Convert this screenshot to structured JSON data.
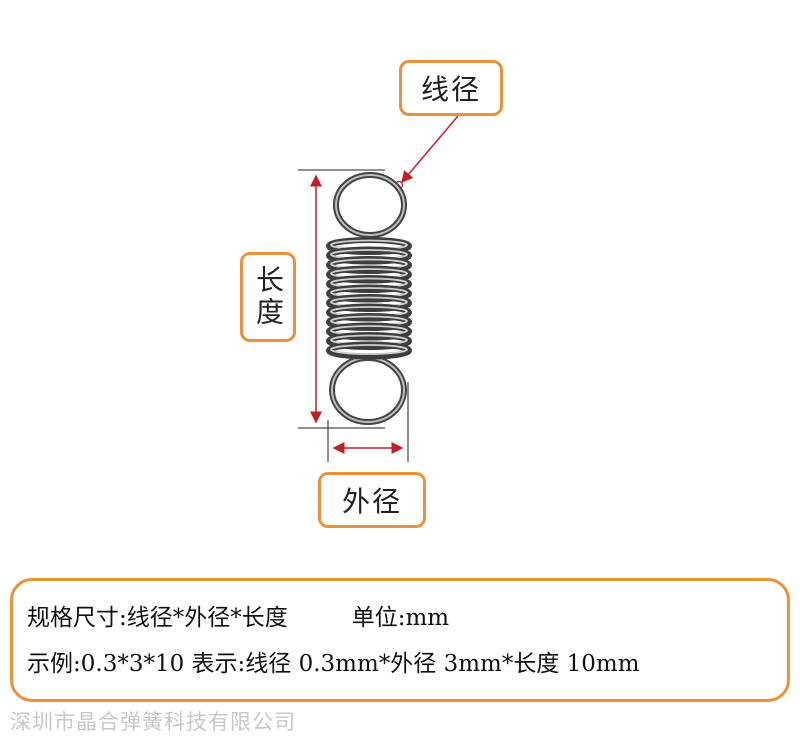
{
  "labels": {
    "wire_diameter": "线径",
    "length": "长度",
    "outer_diameter": "外径"
  },
  "spec": {
    "line1_text": "规格尺寸:线径*外径*长度",
    "line1_unit": "单位:mm",
    "line2_text": "示例:0.3*3*10 表示:线径 0.3mm*外径 3mm*长度 10mm"
  },
  "watermark": "深圳市晶合弹簧科技有限公司",
  "colors": {
    "accent_border": "#e8923c",
    "dimension_line": "#c0202a",
    "spring_metal": "#5a5a5a"
  }
}
